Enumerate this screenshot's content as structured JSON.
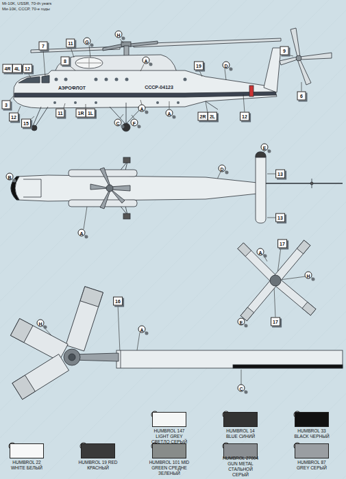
{
  "diagram": {
    "labels": [
      "Mi-10K, USSR, 70-th years",
      "Ми-10К, СССР, 70-е годы",
      "7",
      "11",
      "G",
      "H",
      "8",
      "4R",
      "4L",
      "12",
      "A",
      "19",
      "D",
      "9",
      "АЭРОФЛОТ",
      "СССР-04123",
      "6",
      "3",
      "12",
      "15",
      "11",
      "1R",
      "1L",
      "A",
      "A",
      "2R",
      "2L",
      "12",
      "C",
      "F",
      "E",
      "B",
      "D",
      "13",
      "13",
      "A",
      "A",
      "17",
      "H",
      "E",
      "17",
      "16",
      "H",
      "A",
      "C",
      "A",
      "B",
      "C",
      "D",
      "E",
      "F",
      "G",
      "H"
    ],
    "legend": [
      {
        "text": "HUMBROL 147 LIGHT GREY СВЕТЛО СЕРЫЙ",
        "color": "#f4f6f6"
      },
      {
        "text": "HUMBROL 14 BLUE СИНИЙ",
        "color": "#333333"
      },
      {
        "text": "HUMBROL 33 BLACK ЧЕРНЫЙ",
        "color": "#111111"
      },
      {
        "text": "HUMBROL 22 WHITE БЕЛЫЙ",
        "color": "#f7f8f8"
      },
      {
        "text": "HUMBROL 19 RED КРАСНЫЙ",
        "color": "#3a3a3a"
      },
      {
        "text": "HUMBROL 101 MID GREEN СРЕДНЕ ЗЕЛЕНЫЙ",
        "color": "#888c8a"
      },
      {
        "text": "HUMBROL 27004 GUN METAL СТАЛЬНОЙ СЕРЫЙ",
        "color": "#8a8e92"
      },
      {
        "text": "HUMBROL 87 GREY СЕРЫЙ",
        "color": "#9a9ea2"
      }
    ]
  }
}
